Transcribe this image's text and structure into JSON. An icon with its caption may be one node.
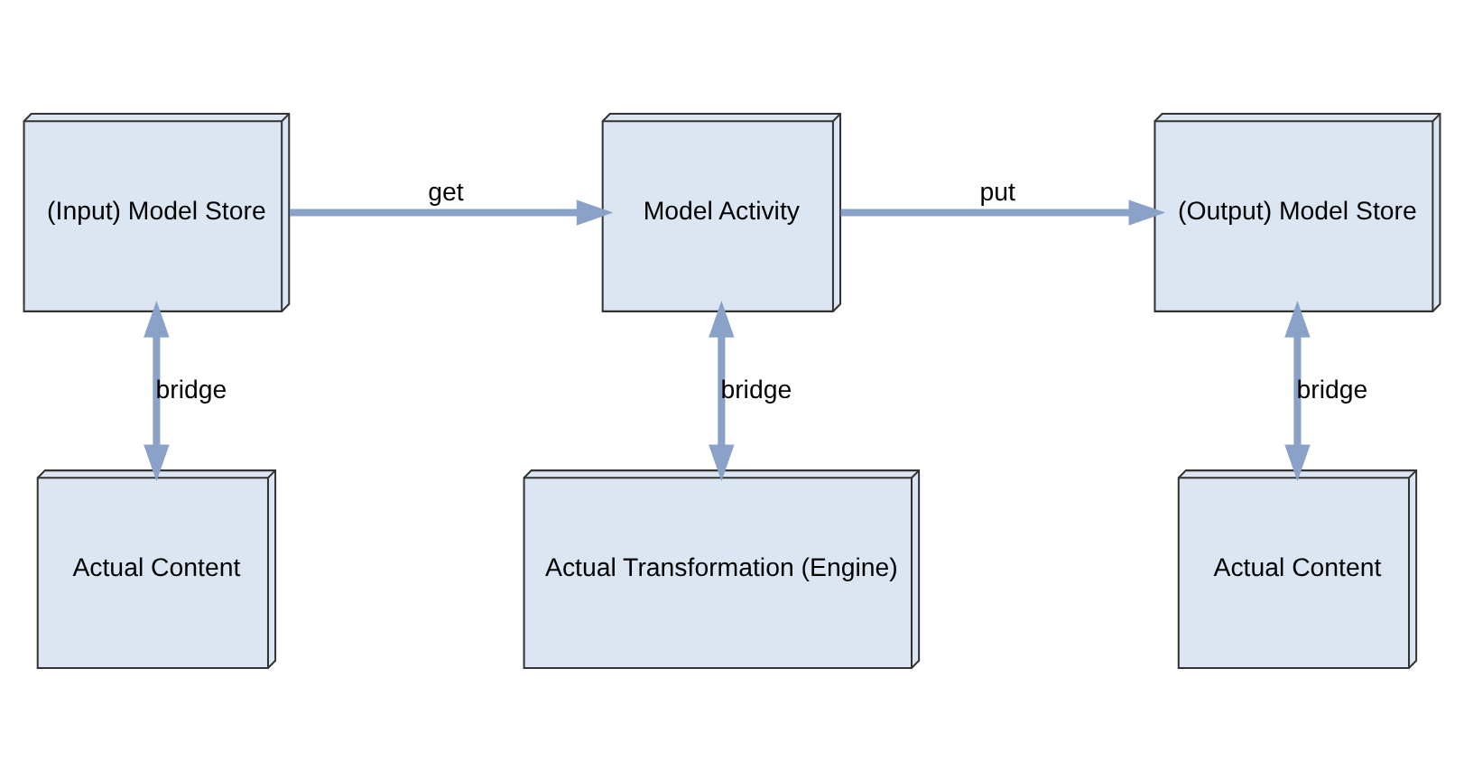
{
  "diagram": {
    "nodes": [
      {
        "text": [
          "(Input) Model Store"
        ]
      },
      {
        "text": [
          "Model Activity"
        ]
      },
      {
        "text": [
          "(Output) Model Store"
        ]
      },
      {
        "text": [
          "Actual Content"
        ]
      },
      {
        "text": [
          "Actual Transformation (Engine)"
        ]
      },
      {
        "text": [
          "Actual Content"
        ]
      }
    ],
    "edges": [
      {
        "from": 0,
        "to": 1,
        "arrow": "to",
        "label": "get"
      },
      {
        "from": 1,
        "to": 2,
        "arrow": "to",
        "label": "put"
      },
      {
        "from": 0,
        "to": 3,
        "arrow": "both",
        "label": "bridge"
      },
      {
        "from": 1,
        "to": 4,
        "arrow": "both",
        "label": "bridge"
      },
      {
        "from": 2,
        "to": 5,
        "arrow": "both",
        "label": "bridge"
      }
    ]
  }
}
